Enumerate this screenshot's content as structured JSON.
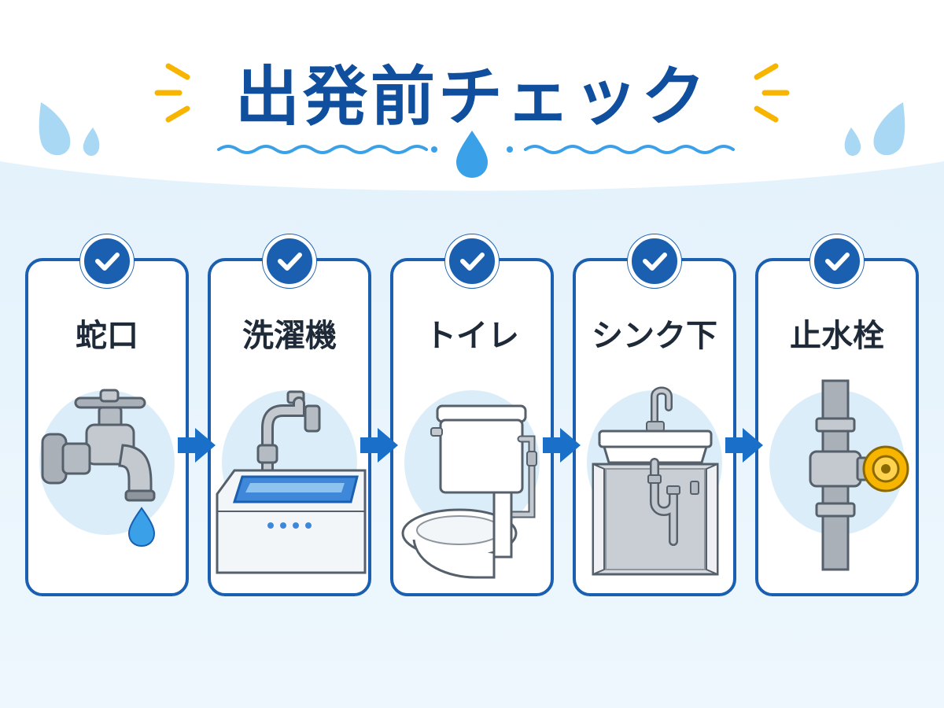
{
  "title": "出発前チェック",
  "colors": {
    "primary": "#1a5fb0",
    "title": "#0f4f9e",
    "accent_yellow": "#f7b500",
    "water": "#3aa0e8",
    "background_tint": "#e6f3fc"
  },
  "steps": [
    {
      "label": "蛇口",
      "icon": "faucet-icon",
      "checked": true
    },
    {
      "label": "洗濯機",
      "icon": "washing-machine-icon",
      "checked": true
    },
    {
      "label": "トイレ",
      "icon": "toilet-icon",
      "checked": true
    },
    {
      "label": "シンク下",
      "icon": "under-sink-icon",
      "checked": true
    },
    {
      "label": "止水栓",
      "icon": "stop-valve-icon",
      "checked": true
    }
  ]
}
